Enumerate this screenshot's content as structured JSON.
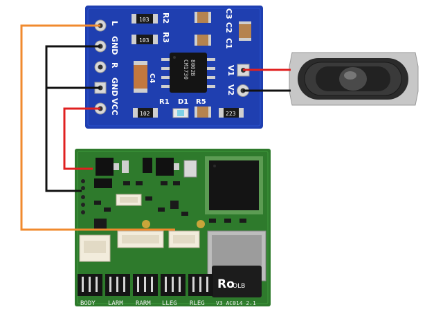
{
  "amp_board": {
    "pin_labels": [
      "L",
      "GND",
      "R",
      "GND",
      "VCC"
    ],
    "output_labels": [
      "V1",
      "V2"
    ],
    "part_labels": [
      "R2",
      "R3",
      "C3",
      "C2",
      "C1",
      "C4",
      "R1",
      "D1",
      "R5"
    ],
    "resistor_codes": [
      "103",
      "103",
      "102",
      "223"
    ],
    "chip_marking": [
      "8002B",
      "CM1730"
    ]
  },
  "controller_board": {
    "header_labels": [
      "BODY",
      "LARM",
      "RARM",
      "LLEG",
      "RLEG"
    ],
    "revision_text": "V3 AC014 2.1",
    "sd_card_text": "Ro",
    "sd_card_subtext": "OLB"
  },
  "wires": {
    "audio": "#f08a2e",
    "ground": "#111111",
    "power": "#e02020"
  },
  "board_colors": {
    "amp_pcb": "#1f3fb0",
    "controller_pcb": "#2e7a2c"
  }
}
